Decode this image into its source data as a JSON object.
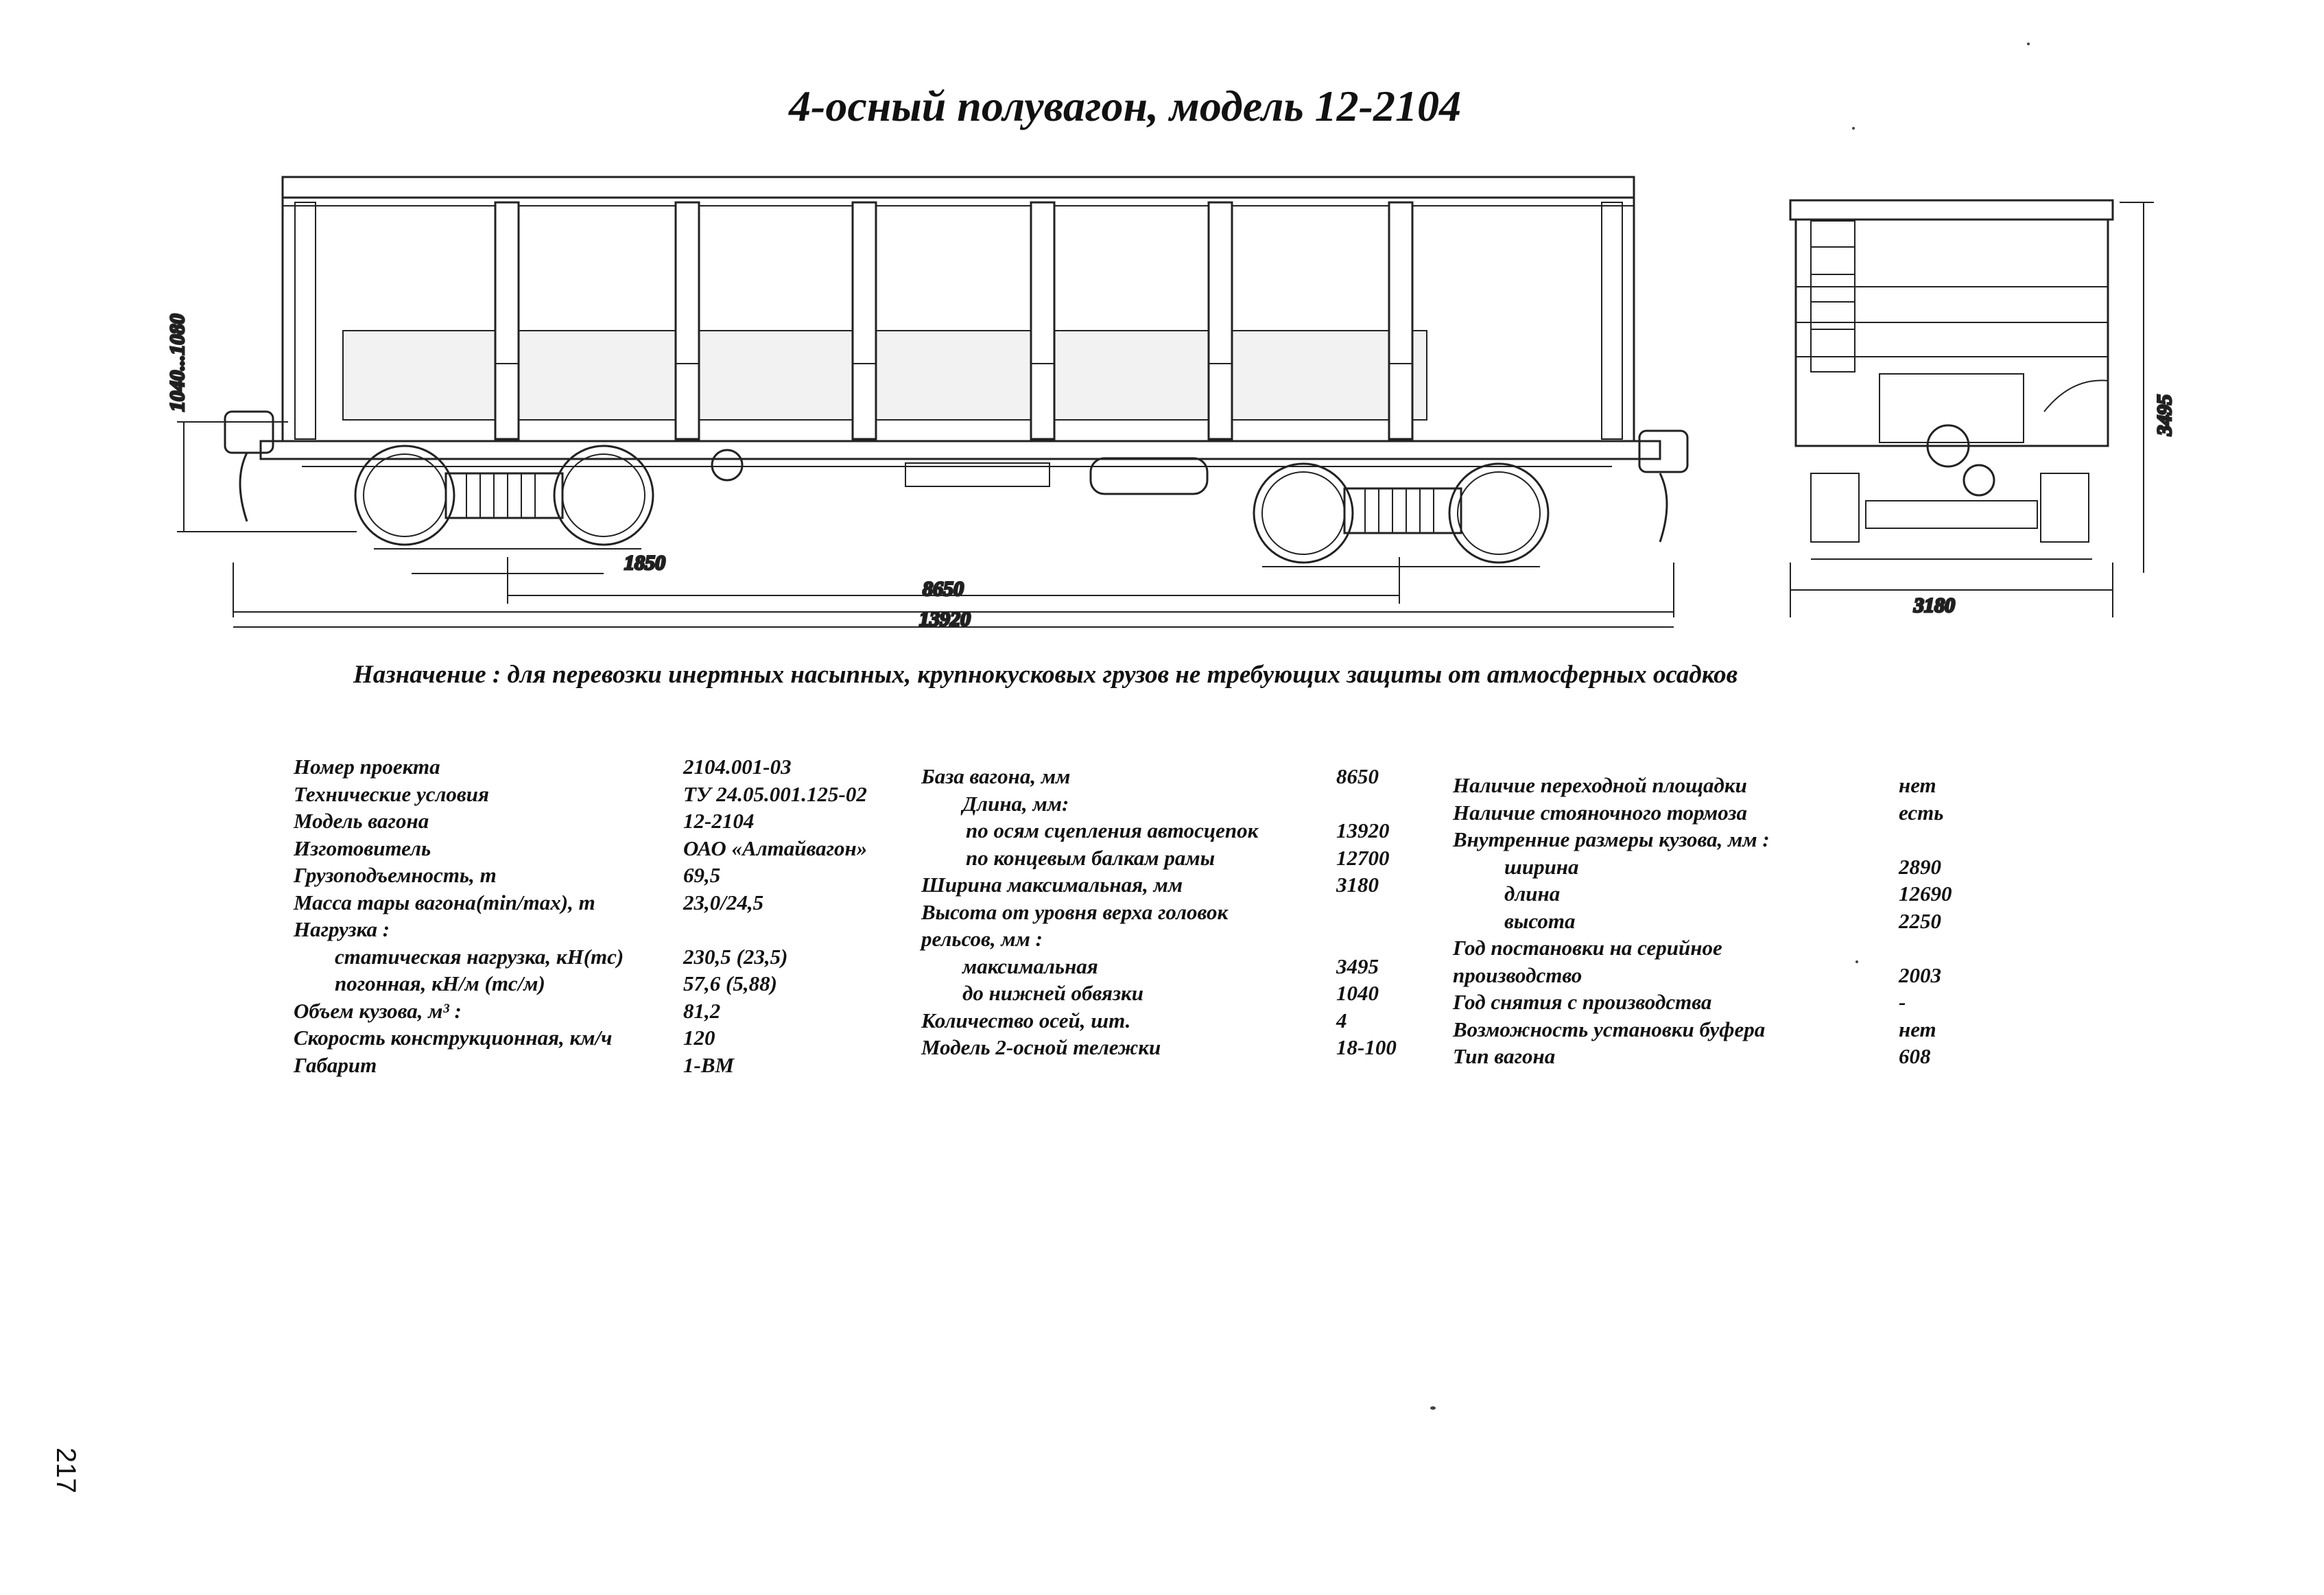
{
  "title": "4-осный полувагон, модель 12-2104",
  "purpose": "Назначение : для перевозки инертных насыпных, крупнокусковых грузов не требующих защиты от атмосферных осадков",
  "drawing": {
    "dims": {
      "height_range": "1040...1080",
      "bogie_base": "1850",
      "wagon_base": "8650",
      "length_couplers": "13920",
      "width": "3180",
      "height": "3495"
    }
  },
  "specs": {
    "col1": [
      {
        "label": "Номер проекта",
        "value": "2104.001-03"
      },
      {
        "label": "Технические условия",
        "value": "ТУ 24.05.001.125-02"
      },
      {
        "label": "Модель вагона",
        "value": "12-2104"
      },
      {
        "label": "Изготовитель",
        "value": "ОАО «Алтайвагон»"
      },
      {
        "label": "Грузоподъемность, т",
        "value": "69,5"
      },
      {
        "label": "Масса тары вагона(min/max), т",
        "value": "23,0/24,5"
      },
      {
        "label": "Нагрузка :",
        "value": ""
      },
      {
        "label": "статическая нагрузка, кН(тс)",
        "value": "230,5 (23,5)"
      },
      {
        "label": "погонная, кН/м (тс/м)",
        "value": "57,6 (5,88)"
      },
      {
        "label": "Объем кузова, м³ :",
        "value": "81,2"
      },
      {
        "label": "Скорость конструкционная, км/ч",
        "value": "120"
      },
      {
        "label": "Габарит",
        "value": "1-ВМ"
      }
    ],
    "col2": [
      {
        "label": "База вагона, мм",
        "value": "8650"
      },
      {
        "label": "Длина, мм:",
        "value": ""
      },
      {
        "label": "по осям сцепления автосцепок",
        "value": "13920"
      },
      {
        "label": "по концевым балкам рамы",
        "value": "12700"
      },
      {
        "label": "Ширина максимальная, мм",
        "value": "3180"
      },
      {
        "label": "Высота от уровня верха головок",
        "value": ""
      },
      {
        "label": "рельсов, мм :",
        "value": ""
      },
      {
        "label": "максимальная",
        "value": "3495"
      },
      {
        "label": "до нижней обвязки",
        "value": "1040"
      },
      {
        "label": "Количество осей, шт.",
        "value": "4"
      },
      {
        "label": "Модель 2-осной тележки",
        "value": "18-100"
      }
    ],
    "col3": [
      {
        "label": "Наличие переходной площадки",
        "value": "нет"
      },
      {
        "label": "Наличие стояночного тормоза",
        "value": "есть"
      },
      {
        "label": "Внутренние размеры кузова, мм :",
        "value": ""
      },
      {
        "label": "ширина",
        "value": "2890"
      },
      {
        "label": "длина",
        "value": "12690"
      },
      {
        "label": "высота",
        "value": "2250"
      },
      {
        "label": "Год постановки на серийное",
        "value": ""
      },
      {
        "label": "производство",
        "value": "2003"
      },
      {
        "label": "Год снятия с производства",
        "value": "-"
      },
      {
        "label": "Возможность установки буфера",
        "value": "нет"
      },
      {
        "label": "Тип вагона",
        "value": "608"
      }
    ]
  },
  "page_number": "217"
}
